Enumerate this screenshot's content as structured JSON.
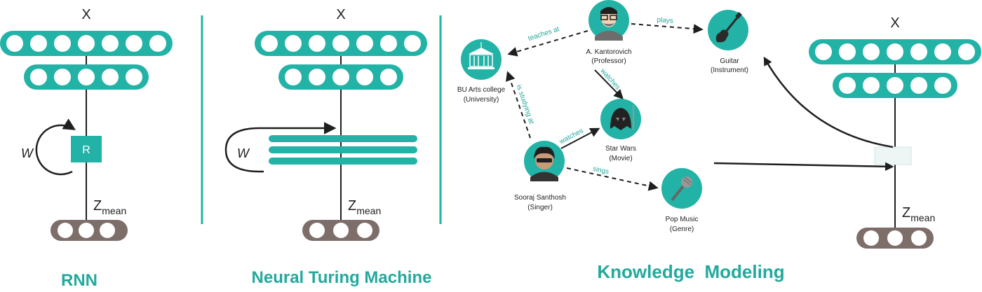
{
  "colors": {
    "teal": "#22b3a6",
    "teal_dark": "#1e9e92",
    "gray": "#7d6e6a",
    "ink": "#1f1f1f"
  },
  "rnn": {
    "title": "RNN",
    "input_label": "X",
    "w_label": "W",
    "r_label": "R",
    "z_label": "Z",
    "z_sub": "mean"
  },
  "ntm": {
    "title": "Neural Turing Machine",
    "input_label": "X",
    "w_label": "W",
    "z_label": "Z",
    "z_sub": "mean"
  },
  "km": {
    "title": "Knowledge  Modeling",
    "input_label": "X",
    "z_label": "Z",
    "z_sub": "mean",
    "nodes": {
      "professor": {
        "line1": "A. Kantorovich",
        "line2": "(Professor)",
        "icon": "professor-icon"
      },
      "guitar": {
        "line1": "Guitar",
        "line2": "(Instrument)",
        "icon": "guitar-icon"
      },
      "university": {
        "line1": "BU Arts college",
        "line2": "(University)",
        "icon": "building-icon"
      },
      "starwars": {
        "line1": "Star Wars",
        "line2": "(Movie)",
        "icon": "darth-vader-icon"
      },
      "singer": {
        "line1": "Sooraj Santhosh",
        "line2": "(Singer)",
        "icon": "singer-icon"
      },
      "pop": {
        "line1": "Pop Music",
        "line2": "(Genre)",
        "icon": "microphone-icon"
      }
    },
    "edges": {
      "plays": "plays",
      "teaches_at": "teaches at",
      "watches_prof": "watches",
      "is_studying_at": "is studying at",
      "watches_singer": "watches",
      "sings": "sings"
    }
  }
}
